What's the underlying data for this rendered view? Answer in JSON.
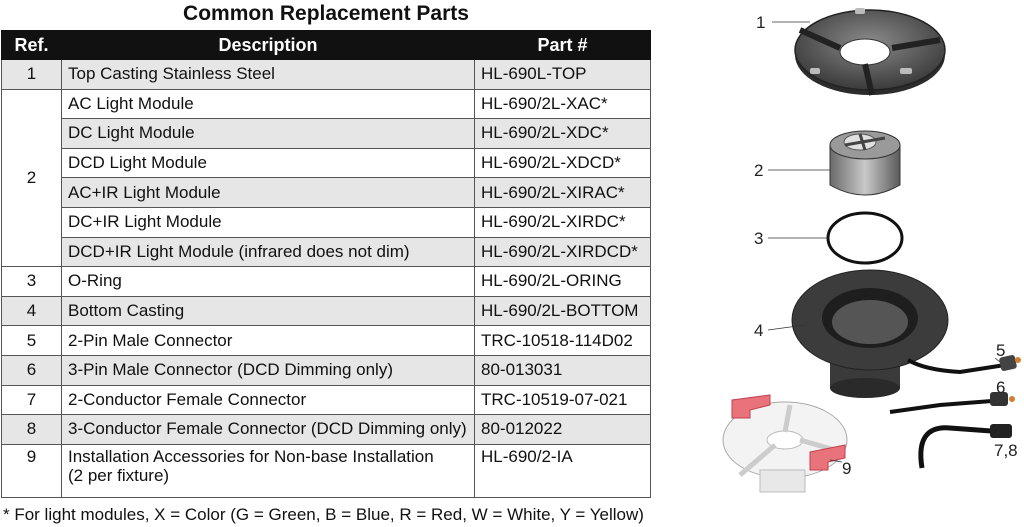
{
  "title": "Common Replacement Parts",
  "table": {
    "headers": {
      "ref": "Ref.",
      "description": "Description",
      "part": "Part #"
    },
    "rows": [
      {
        "ref": "1",
        "description": "Top Casting Stainless Steel",
        "part": "HL-690L-TOP"
      },
      {
        "ref": "2",
        "description": "AC Light Module",
        "part": "HL-690/2L-XAC*"
      },
      {
        "ref": "",
        "description": "DC Light Module",
        "part": "HL-690/2L-XDC*"
      },
      {
        "ref": "",
        "description": "DCD Light Module",
        "part": "HL-690/2L-XDCD*"
      },
      {
        "ref": "",
        "description": "AC+IR Light Module",
        "part": "HL-690/2L-XIRAC*"
      },
      {
        "ref": "",
        "description": "DC+IR Light Module",
        "part": "HL-690/2L-XIRDC*"
      },
      {
        "ref": "",
        "description": "DCD+IR Light Module (infrared does not dim)",
        "part": "HL-690/2L-XIRDCD*"
      },
      {
        "ref": "3",
        "description": "O-Ring",
        "part": "HL-690/2L-ORING"
      },
      {
        "ref": "4",
        "description": "Bottom Casting",
        "part": "HL-690/2L-BOTTOM"
      },
      {
        "ref": "5",
        "description": "2-Pin Male Connector",
        "part": "TRC-10518-114D02"
      },
      {
        "ref": "6",
        "description": "3-Pin Male Connector (DCD Dimming only)",
        "part": "80-013031"
      },
      {
        "ref": "7",
        "description": "2-Conductor Female Connector",
        "part": "TRC-10519-07-021"
      },
      {
        "ref": "8",
        "description": "3-Conductor Female Connector (DCD Dimming only)",
        "part": "80-012022"
      },
      {
        "ref": "9",
        "description_line1": "Installation Accessories for Non-base Installation",
        "description_line2": "(2 per fixture)",
        "part": "HL-690/2-IA"
      }
    ]
  },
  "footnote": "* For light modules, X = Color (G = Green, B = Blue, R = Red, W = White, Y = Yellow)",
  "diagram": {
    "callouts": {
      "c1": "1",
      "c2": "2",
      "c3": "3",
      "c4": "4",
      "c5": "5",
      "c6": "6",
      "c78": "7,8",
      "c9": "9"
    },
    "accent_color": "#e8737a"
  }
}
